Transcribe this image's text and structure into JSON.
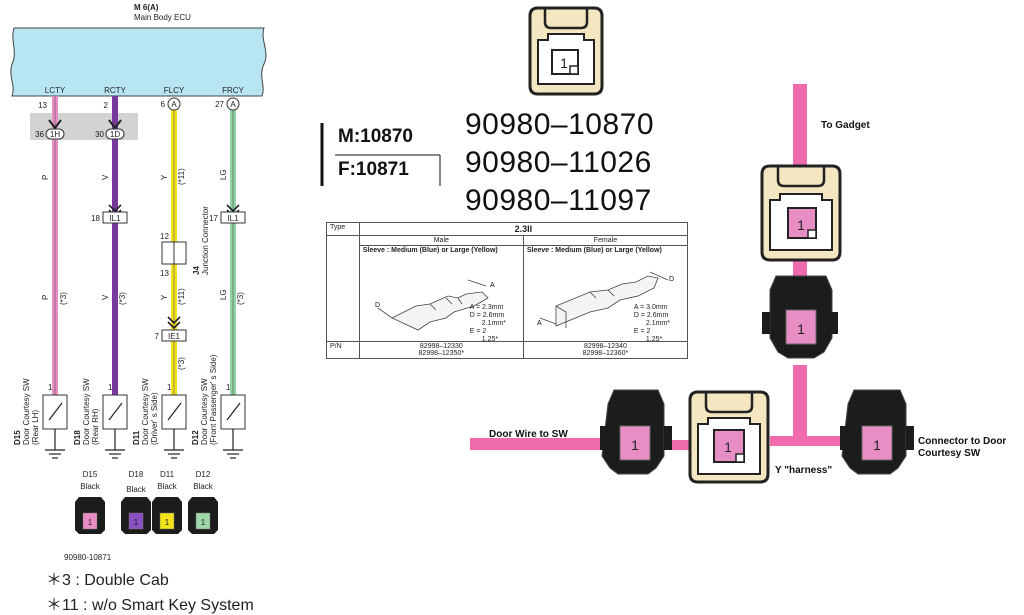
{
  "ecu": {
    "id": "M 6(A)",
    "name": "Main Body ECU"
  },
  "pins": [
    {
      "name": "LCTY",
      "num": "13"
    },
    {
      "name": "RCTY",
      "num": "2"
    },
    {
      "name": "FLCY",
      "num": "6",
      "badge": "A"
    },
    {
      "name": "FRCY",
      "num": "27",
      "badge": "A"
    }
  ],
  "junction": [
    {
      "num": "36",
      "badge": "1H"
    },
    {
      "num": "30",
      "badge": "1D"
    }
  ],
  "wire_labels": [
    "P",
    "V",
    "Y",
    "LG",
    "P",
    "V",
    "Y",
    "LG"
  ],
  "option_marks": [
    "(*11)",
    "(*3)",
    "(*3)",
    "(*11)",
    "(*3)",
    "(*3)"
  ],
  "inline_connectors": [
    {
      "num": "18",
      "label": "IL1"
    },
    {
      "num": "17",
      "label": "IL1"
    },
    {
      "num": "7",
      "label": "IE1"
    }
  ],
  "junction_connector": {
    "pin_top": "12",
    "pin_bottom": "13",
    "id": "J4",
    "name": "Junction Connector"
  },
  "switch_pin": "1",
  "switches": [
    {
      "id": "D15",
      "name": "Door Courtesy SW",
      "side": "(Rear LH)"
    },
    {
      "id": "D18",
      "name": "Door Courtesy SW",
      "side": "(Rear RH)"
    },
    {
      "id": "D11",
      "name": "Door Courtesy SW",
      "side": "(Driver' s Side)"
    },
    {
      "id": "D12",
      "name": "Door Courtesy SW",
      "side": "(Front Passenger' s Side)"
    }
  ],
  "connector_views": [
    {
      "id": "D15",
      "color_name": "Black",
      "pin": "1",
      "pin_color": "#e98ec4"
    },
    {
      "id": "D18",
      "color_name": "Black",
      "pin": "1",
      "pin_color": "#8a4fc2"
    },
    {
      "id": "D11",
      "color_name": "Black",
      "pin": "1",
      "pin_color": "#f2e21a"
    },
    {
      "id": "D12",
      "color_name": "Black",
      "pin": "1",
      "pin_color": "#9fd7a8"
    }
  ],
  "part_number_small": "90980-10871",
  "notes": [
    "＊3 : Double Cab",
    "＊11 : w/o Smart Key System"
  ],
  "connector_codes": {
    "male": "M:10870",
    "female": "F:10871"
  },
  "part_numbers": [
    "90980–10870",
    "90980–11026",
    "90980–11097"
  ],
  "terminal_table": {
    "type_header": "Type",
    "type_value": "2.3II",
    "male_header": "Male",
    "female_header": "Female",
    "male_sleeve": "Sleeve : Medium (Blue) or Large (Yellow)",
    "female_sleeve": "Sleeve : Medium (Blue) or Large (Yellow)",
    "male_dims": [
      "A = 2.3mm",
      "D = 2.6mm",
      "2.1mm*",
      "E = 2",
      "1.25*"
    ],
    "female_dims": [
      "A = 3.0mm",
      "D = 2.6mm",
      "2.1mm*",
      "E = 2",
      "1.25*"
    ],
    "pn_header": "P/N",
    "male_pn": [
      "82998–12330",
      "82998–12350*"
    ],
    "female_pn": [
      "82998–12340",
      "82998–12360*"
    ],
    "dim_letters": {
      "a": "A",
      "d": "D",
      "e": "E"
    }
  },
  "harness": {
    "to_gadget": "To Gadget",
    "door_wire": "Door Wire to SW",
    "y_harness": "Y \"harness\"",
    "connector_to_door": "Connector to Door Courtesy SW",
    "pin": "1"
  },
  "colors": {
    "ecu_fill": "#b7e6f2",
    "pink": "#e98ec4",
    "violet": "#7b35a4",
    "yellow": "#f6e21a",
    "green": "#8fd3a0",
    "harness_pink": "#f06aae",
    "connector_cream": "#f5e6c2",
    "connector_black": "#1c1c1c"
  }
}
